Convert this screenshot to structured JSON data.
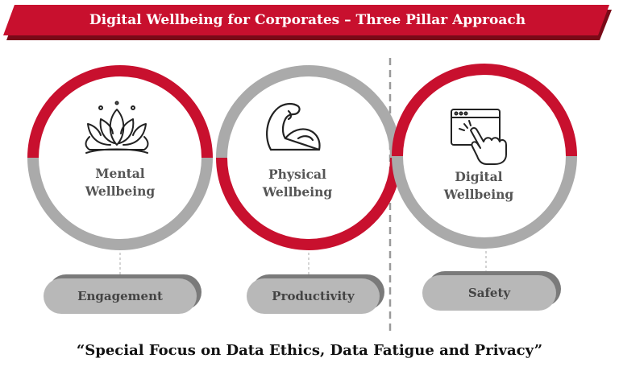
{
  "header": {
    "title": "Digital Wellbeing for Corporates – Three Pillar Approach"
  },
  "colors": {
    "accent_red": "#c8102e",
    "ring_grey": "#aaaaaa",
    "pill_grey": "#b8b8b8",
    "pill_shadow": "#7a7a7a"
  },
  "pillars": [
    {
      "icon": "lotus-icon",
      "label_line1": "Mental",
      "label_line2": "Wellbeing",
      "pill_label": "Engagement"
    },
    {
      "icon": "flexed-arm-icon",
      "label_line1": "Physical",
      "label_line2": "Wellbeing",
      "pill_label": "Productivity"
    },
    {
      "icon": "touchscreen-hand-icon",
      "label_line1": "Digital",
      "label_line2": "Wellbeing",
      "pill_label": "Safety"
    }
  ],
  "footer": {
    "quote": "“Special Focus on Data Ethics, Data Fatigue and Privacy”"
  }
}
